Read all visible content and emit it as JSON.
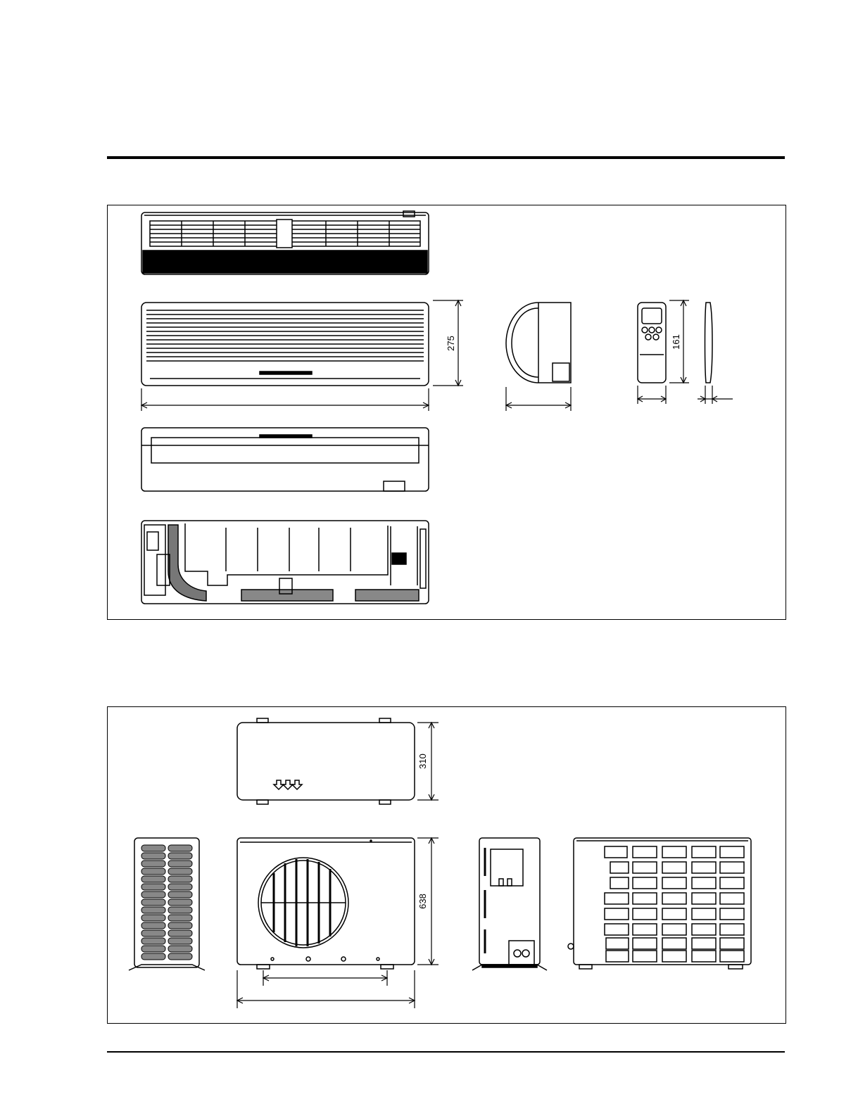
{
  "dimensions": {
    "indoor_height": "275",
    "remote_height": "161",
    "outdoor_depth": "310",
    "outdoor_height": "638"
  }
}
